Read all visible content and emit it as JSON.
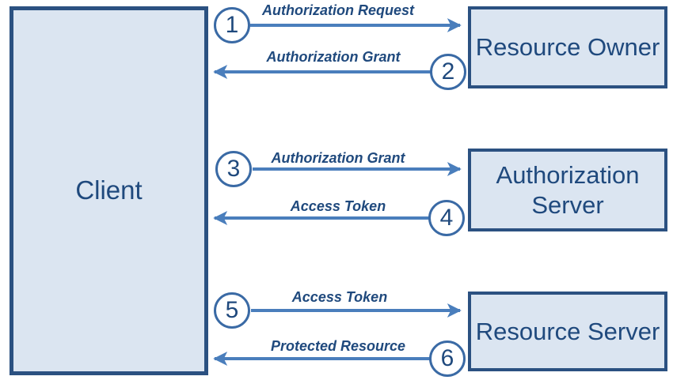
{
  "entities": {
    "client": {
      "label": "Client"
    },
    "resource_owner": {
      "label": "Resource Owner"
    },
    "authorization_server": {
      "label": "Authorization Server"
    },
    "resource_server": {
      "label": "Resource Server"
    }
  },
  "steps": [
    {
      "number": "1",
      "label": "Authorization Request",
      "direction": "right",
      "from": "Client",
      "to": "Resource Owner"
    },
    {
      "number": "2",
      "label": "Authorization Grant",
      "direction": "left",
      "from": "Resource Owner",
      "to": "Client"
    },
    {
      "number": "3",
      "label": "Authorization Grant",
      "direction": "right",
      "from": "Client",
      "to": "Authorization Server"
    },
    {
      "number": "4",
      "label": "Access Token",
      "direction": "left",
      "from": "Authorization Server",
      "to": "Client"
    },
    {
      "number": "5",
      "label": "Access Token",
      "direction": "right",
      "from": "Client",
      "to": "Resource Server"
    },
    {
      "number": "6",
      "label": "Protected Resource",
      "direction": "left",
      "from": "Resource Server",
      "to": "Client"
    }
  ],
  "colors": {
    "box_fill": "#dbe5f1",
    "box_border": "#2b5181",
    "arrow": "#4a7ebc",
    "circle_border": "#3a6aa5",
    "text": "#1f497d",
    "background": "#ffffff"
  }
}
